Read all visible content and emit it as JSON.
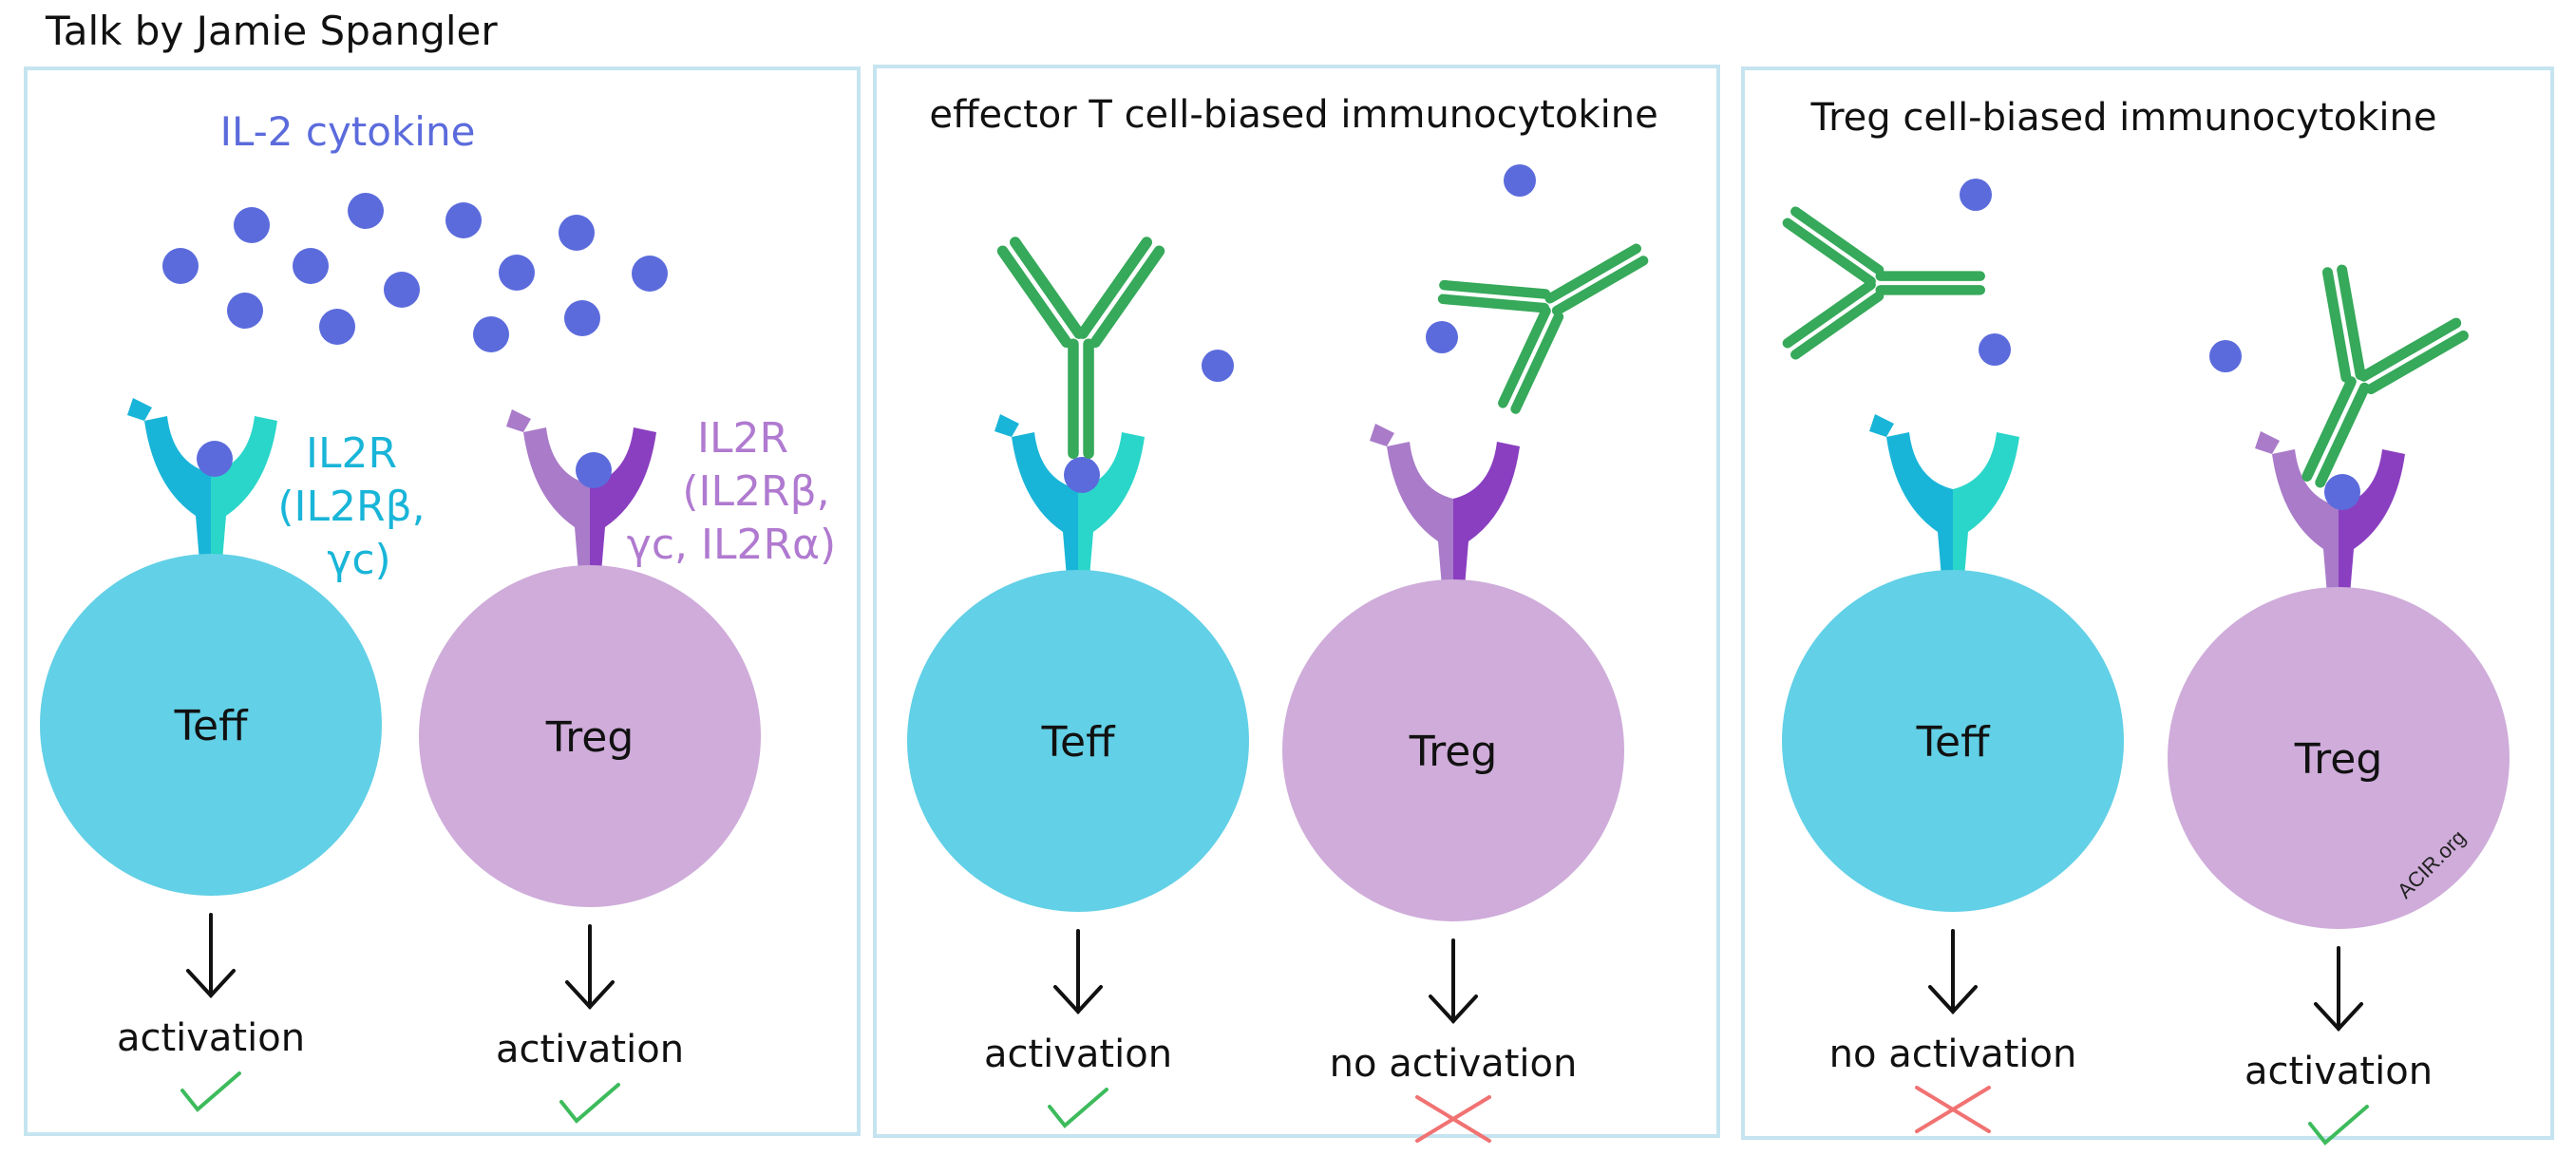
{
  "header": {
    "title": "Talk by Jamie Spangler"
  },
  "colors": {
    "teff_cell": "#62d0e6",
    "treg_cell": "#cfacda",
    "il2": "#5b6bdc",
    "il2r_teff": "#19b5d8",
    "il2r_teff_light": "#2ad6c9",
    "il2r_treg": "#a97bc9",
    "il2r_treg_dark": "#8a3fc0",
    "antibody": "#36a95a",
    "check": "#3dbb5c",
    "cross": "#f17272",
    "panel_border": "#c5e4f0"
  },
  "icons": [
    "antibody-icon",
    "il2-cytokine-icon",
    "il2-receptor-icon",
    "arrow-down-icon",
    "check-icon",
    "cross-icon"
  ],
  "panels": [
    {
      "heading": "IL-2 cytokine",
      "cells": [
        {
          "label": "Teff",
          "receptor_label": [
            "IL2R",
            "(IL2Rβ,",
            "γc)"
          ],
          "outcome": "activation",
          "mark": "check"
        },
        {
          "label": "Treg",
          "receptor_label": [
            "IL2R",
            "(IL2Rβ,",
            "γc, IL2Rα)"
          ],
          "outcome": "activation",
          "mark": "check"
        }
      ]
    },
    {
      "heading": "effector T cell-biased immunocytokine",
      "cells": [
        {
          "label": "Teff",
          "outcome": "activation",
          "mark": "check"
        },
        {
          "label": "Treg",
          "outcome": "no activation",
          "mark": "cross"
        }
      ]
    },
    {
      "heading": "Treg cell-biased immunocytokine",
      "cells": [
        {
          "label": "Teff",
          "outcome": "no activation",
          "mark": "cross"
        },
        {
          "label": "Treg",
          "outcome": "activation",
          "mark": "check"
        }
      ]
    }
  ],
  "watermark": "ACIR.org"
}
